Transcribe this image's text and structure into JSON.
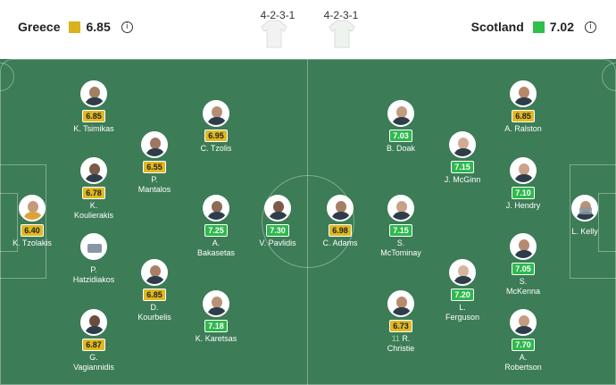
{
  "home": {
    "name": "Greece",
    "rating": "6.85",
    "color": "#d9b21c",
    "formation": "4-2-3-1"
  },
  "away": {
    "name": "Scotland",
    "rating": "7.02",
    "color": "#2fbf4a",
    "formation": "4-2-3-1"
  },
  "info_symbol": "i",
  "players": {
    "tzolakis": {
      "name": "K. Tzolakis",
      "rating": "6.40"
    },
    "tsimikas": {
      "name": "K. Tsimikas",
      "rating": "6.85"
    },
    "koulierakis_name": [
      "K.",
      "Koulierakis"
    ],
    "koulierakis_rating": "6.78",
    "hatzidiakos_name": [
      "P.",
      "Hatzidiakos"
    ],
    "vagiannidis_name": [
      "G.",
      "Vagiannidis"
    ],
    "vagiannidis_rating": "6.87",
    "mantalos_name": [
      "P.",
      "Mantalos"
    ],
    "mantalos_rating": "6.55",
    "kourbelis_name": [
      "D.",
      "Kourbelis"
    ],
    "kourbelis_rating": "6.85",
    "tzolis": {
      "name": "C. Tzolis",
      "rating": "6.95"
    },
    "bakasetas_name": [
      "A.",
      "Bakasetas"
    ],
    "bakasetas_rating": "7.25",
    "karetsas": {
      "name": "K. Karetsas",
      "rating": "7.18"
    },
    "pavlidis": {
      "name": "V. Pavlidis",
      "rating": "7.30"
    },
    "adams": {
      "name": "C. Adams",
      "rating": "6.98"
    },
    "doak": {
      "name": "B. Doak",
      "rating": "7.03"
    },
    "mctominay_name": [
      "S.",
      "McTominay"
    ],
    "mctominay_rating": "7.15",
    "christie": {
      "number": "11",
      "name": "R.",
      "name2": "Christie",
      "rating": "6.73"
    },
    "mcginn": {
      "name": "J. McGinn",
      "rating": "7.15"
    },
    "ferguson_name": [
      "L.",
      "Ferguson"
    ],
    "ferguson_rating": "7.20",
    "ralston": {
      "name": "A. Ralston",
      "rating": "6.85"
    },
    "hendry": {
      "name": "J. Hendry",
      "rating": "7.10"
    },
    "mckenna_name": [
      "S.",
      "McKenna"
    ],
    "mckenna_rating": "7.05",
    "robertson_name": [
      "A.",
      "Robertson"
    ],
    "robertson_rating": "7.70",
    "kelly": {
      "name": "L. Kelly"
    }
  }
}
